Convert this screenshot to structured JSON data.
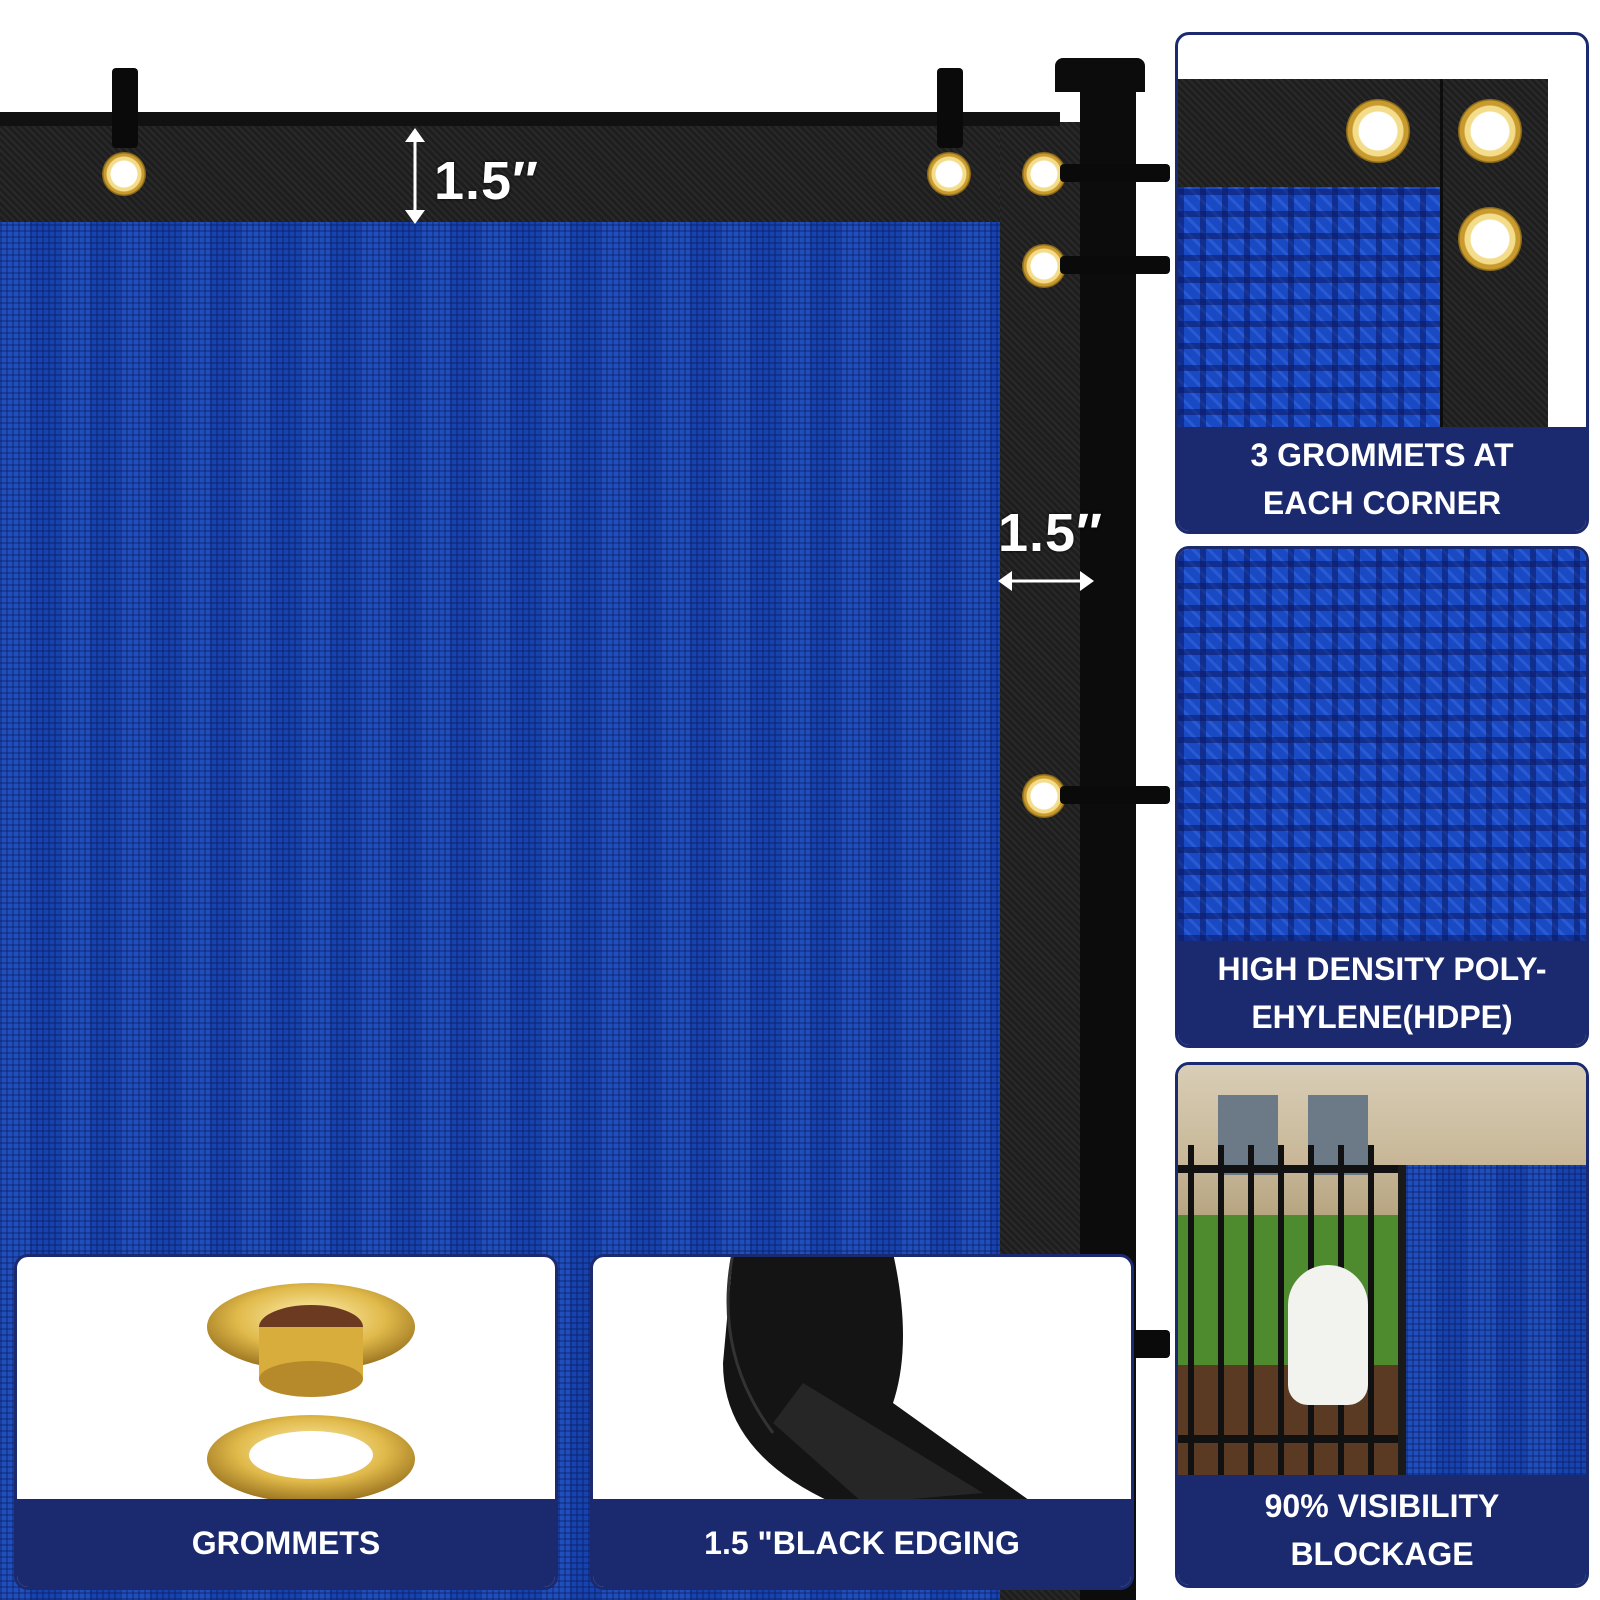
{
  "main": {
    "top_border_dimension": "1.5″",
    "side_border_dimension": "1.5″",
    "colors": {
      "mesh": "#1747b8",
      "edging": "#1e1e1e",
      "caption_bg": "#1b2a6e",
      "grommet": "#d9b24a"
    }
  },
  "panels": {
    "corner": {
      "caption_line1": "3 GROMMETS AT",
      "caption_line2": "EACH CORNER"
    },
    "material": {
      "caption_line1": "HIGH DENSITY POLY-",
      "caption_line2": "EHYLENE(HDPE)"
    },
    "visibility": {
      "caption_line1": "90% VISIBILITY",
      "caption_line2": "BLOCKAGE"
    },
    "grommets": {
      "caption": "GROMMETS"
    },
    "edging": {
      "caption": "1.5 \"BLACK EDGING"
    }
  }
}
